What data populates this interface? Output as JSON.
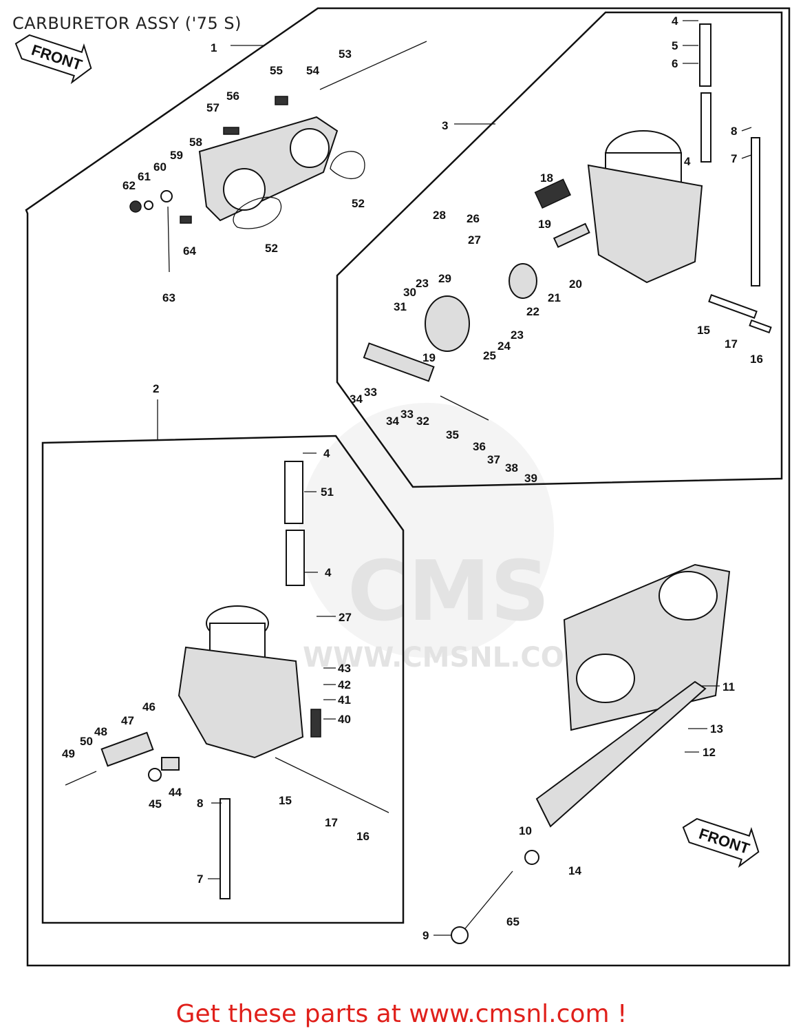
{
  "title": "CARBURETOR ASSY ('75 S)",
  "footer": "Get these parts at www.cmsnl.com !",
  "watermark": {
    "text1": "CMS",
    "text2": "WWW.CMSNL.COM"
  },
  "arrows": {
    "front_top": "FRONT",
    "front_bottom": "FRONT"
  },
  "labels": {
    "l1": "1",
    "l2": "2",
    "l3": "3",
    "b3_4a": "4",
    "b3_5": "5",
    "b3_6": "6",
    "b3_4b": "4",
    "b3_8": "8",
    "b3_7": "7",
    "b3_18": "18",
    "b3_19a": "19",
    "b3_20": "20",
    "b3_21": "21",
    "b3_22": "22",
    "b3_26": "26",
    "b3_27": "27",
    "b3_28": "28",
    "b3_29": "29",
    "b3_23a": "23",
    "b3_30": "30",
    "b3_31": "31",
    "b3_23b": "23",
    "b3_24": "24",
    "b3_25": "25",
    "b3_19b": "19",
    "b3_15": "15",
    "b3_17": "17",
    "b3_16": "16",
    "b3_34a": "34",
    "b3_33a": "33",
    "b3_34b": "34",
    "b3_33b": "33",
    "b3_32": "32",
    "b3_35": "35",
    "b3_36": "36",
    "b3_37": "37",
    "b3_38": "38",
    "b3_39": "39",
    "t_53": "53",
    "t_55": "55",
    "t_54": "54",
    "t_56": "56",
    "t_57": "57",
    "t_58": "58",
    "t_59": "59",
    "t_60": "60",
    "t_61": "61",
    "t_62": "62",
    "t_52a": "52",
    "t_52b": "52",
    "t_64": "64",
    "t_63": "63",
    "b2_4a": "4",
    "b2_51": "51",
    "b2_4b": "4",
    "b2_27": "27",
    "b2_43": "43",
    "b2_42": "42",
    "b2_41": "41",
    "b2_40": "40",
    "b2_46": "46",
    "b2_47": "47",
    "b2_48": "48",
    "b2_50": "50",
    "b2_49": "49",
    "b2_45": "45",
    "b2_44": "44",
    "b2_8": "8",
    "b2_15": "15",
    "b2_17": "17",
    "b2_16": "16",
    "b2_7": "7",
    "r_11": "11",
    "r_13": "13",
    "r_12": "12",
    "r_10": "10",
    "r_14": "14",
    "r_65": "65",
    "r_9": "9"
  }
}
